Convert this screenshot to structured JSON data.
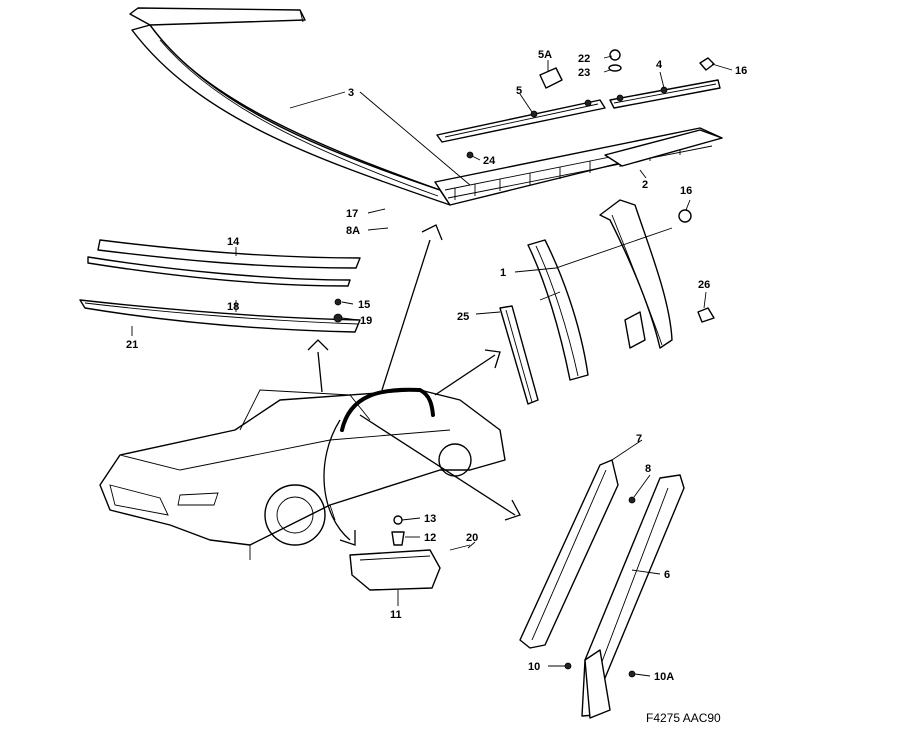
{
  "drawing_code": "F4275 AAC90",
  "callouts": [
    {
      "id": "1",
      "text": "1"
    },
    {
      "id": "2",
      "text": "2"
    },
    {
      "id": "3",
      "text": "3"
    },
    {
      "id": "4",
      "text": "4"
    },
    {
      "id": "5",
      "text": "5"
    },
    {
      "id": "5a",
      "text": "5A"
    },
    {
      "id": "6",
      "text": "6"
    },
    {
      "id": "7",
      "text": "7"
    },
    {
      "id": "8",
      "text": "8"
    },
    {
      "id": "8a",
      "text": "8A"
    },
    {
      "id": "10",
      "text": "10"
    },
    {
      "id": "10a",
      "text": "10A"
    },
    {
      "id": "11",
      "text": "11"
    },
    {
      "id": "12",
      "text": "12"
    },
    {
      "id": "13",
      "text": "13"
    },
    {
      "id": "14",
      "text": "14"
    },
    {
      "id": "15",
      "text": "15"
    },
    {
      "id": "16a",
      "text": "16"
    },
    {
      "id": "16b",
      "text": "16"
    },
    {
      "id": "17",
      "text": "17"
    },
    {
      "id": "18",
      "text": "18"
    },
    {
      "id": "19",
      "text": "19"
    },
    {
      "id": "20",
      "text": "20"
    },
    {
      "id": "21",
      "text": "21"
    },
    {
      "id": "22",
      "text": "22"
    },
    {
      "id": "23",
      "text": "23"
    },
    {
      "id": "24",
      "text": "24"
    },
    {
      "id": "25",
      "text": "25"
    },
    {
      "id": "26",
      "text": "26"
    }
  ]
}
